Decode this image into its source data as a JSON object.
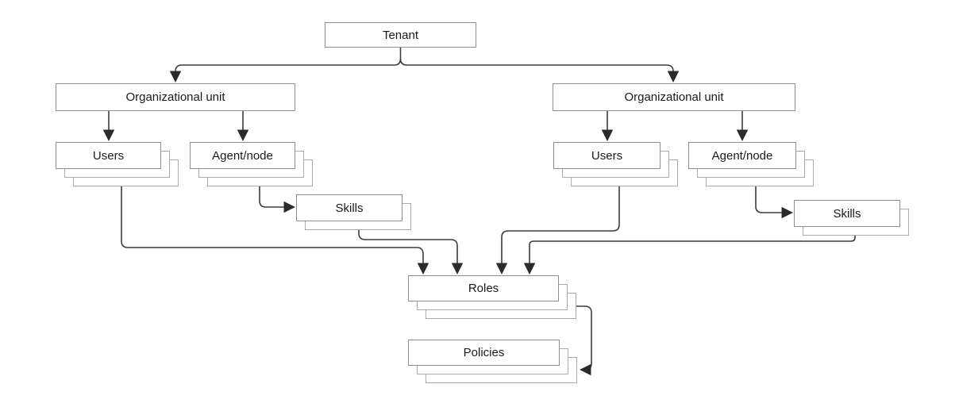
{
  "diagram": {
    "nodes": {
      "tenant": {
        "label": "Tenant",
        "type": "single-box"
      },
      "org_unit_left": {
        "label": "Organizational unit",
        "type": "single-box"
      },
      "users_left": {
        "label": "Users",
        "type": "stacked-box"
      },
      "agent_node_left": {
        "label": "Agent/node",
        "type": "stacked-box"
      },
      "skills_left": {
        "label": "Skills",
        "type": "stacked-box"
      },
      "org_unit_right": {
        "label": "Organizational unit",
        "type": "single-box"
      },
      "users_right": {
        "label": "Users",
        "type": "stacked-box"
      },
      "agent_node_right": {
        "label": "Agent/node",
        "type": "stacked-box"
      },
      "skills_right": {
        "label": "Skills",
        "type": "stacked-box"
      },
      "roles": {
        "label": "Roles",
        "type": "stacked-box"
      },
      "policies": {
        "label": "Policies",
        "type": "stacked-box"
      }
    },
    "edges": [
      {
        "from": "tenant",
        "to": "org_unit_left"
      },
      {
        "from": "tenant",
        "to": "org_unit_right"
      },
      {
        "from": "org_unit_left",
        "to": "users_left"
      },
      {
        "from": "org_unit_left",
        "to": "agent_node_left"
      },
      {
        "from": "agent_node_left",
        "to": "skills_left"
      },
      {
        "from": "org_unit_right",
        "to": "users_right"
      },
      {
        "from": "org_unit_right",
        "to": "agent_node_right"
      },
      {
        "from": "agent_node_right",
        "to": "skills_right"
      },
      {
        "from": "users_left",
        "to": "roles"
      },
      {
        "from": "skills_left",
        "to": "roles"
      },
      {
        "from": "users_right",
        "to": "roles"
      },
      {
        "from": "skills_right",
        "to": "roles"
      },
      {
        "from": "roles",
        "to": "policies"
      }
    ],
    "colors": {
      "background": "#ffffff",
      "box_border": "#8f8f8f",
      "stack_shadow_border": "#a9a9a9",
      "connector": "#3d3d3d",
      "arrowhead": "#2b2b2b",
      "text": "#1a1a1a"
    }
  }
}
